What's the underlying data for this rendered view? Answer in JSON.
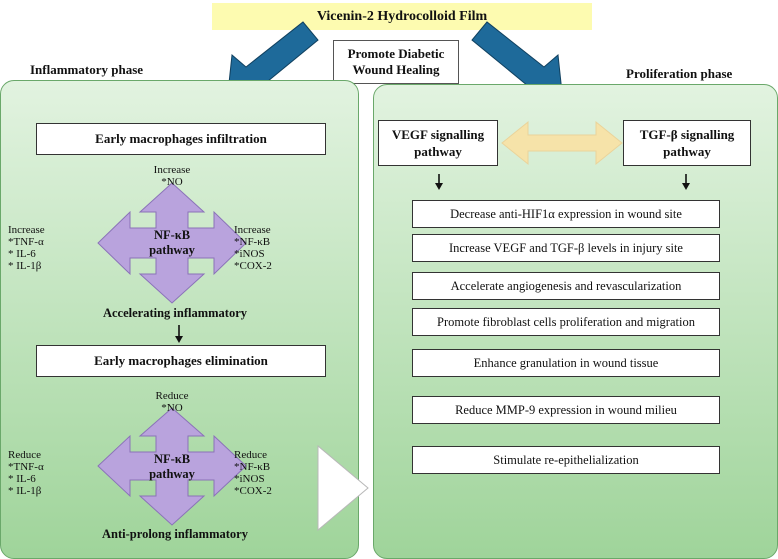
{
  "title": "Vicenin-2 Hydrocolloid Film",
  "center_label": "Promote Diabetic Wound Healing",
  "left": {
    "phase": "Inflammatory phase",
    "top_box": "Early macrophages infiltration",
    "cross1": {
      "top": "Increase\n*NO",
      "left": "Increase\n*TNF-α\n* IL-6\n* IL-1β",
      "right": "Increase\n*NF-κB\n*iNOS\n*COX-2",
      "center": "NF-κB\npathway"
    },
    "accelerating": "Accelerating inflammatory",
    "elimination_box": "Early macrophages elimination",
    "cross2": {
      "top": "Reduce\n*NO",
      "left": "Reduce\n*TNF-α\n* IL-6\n* IL-1β",
      "right": "Reduce\n*NF-κB\n*iNOS\n*COX-2",
      "center": "NF-κB\npathway"
    },
    "anti_prolong": "Anti-prolong inflammatory"
  },
  "right": {
    "phase": "Proliferation phase",
    "vegf": "VEGF signalling pathway",
    "tgf": "TGF-β signalling pathway",
    "effects": [
      "Decrease anti-HIF1α expression in wound site",
      "Increase VEGF and TGF-β levels in injury site",
      "Accelerate angiogenesis and revascularization",
      "Promote fibroblast cells proliferation and migration",
      "Enhance granulation in wound tissue",
      "Reduce MMP-9 expression in wound milieu",
      "Stimulate re-epithelialization"
    ]
  },
  "colors": {
    "title_bg": "#fdfbb0",
    "panel_top": "#e2f3e0",
    "panel_bottom": "#9fd49a",
    "arrow_blue": "#1e6a9a",
    "cross_purple": "#b9a3dd",
    "double_arrow": "#f6e3a9"
  }
}
